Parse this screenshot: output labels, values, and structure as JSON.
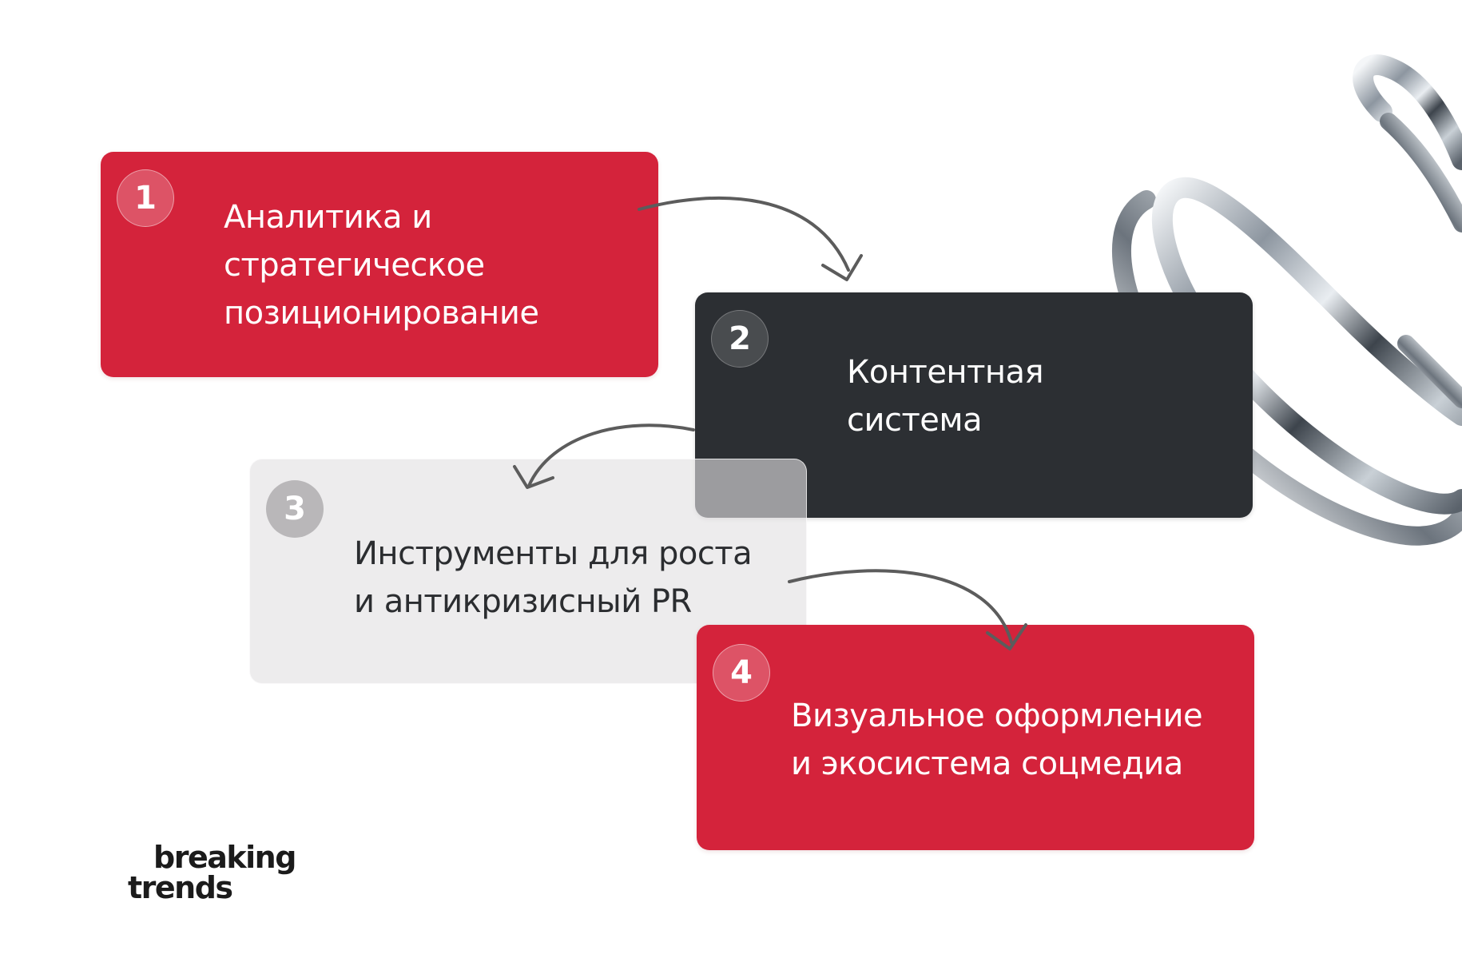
{
  "steps": [
    {
      "number": "1",
      "lines": [
        "Аналитика и",
        "стратегическое",
        "позиционирование"
      ],
      "color": "#d4233b"
    },
    {
      "number": "2",
      "lines": [
        "Контентная",
        "система"
      ],
      "color": "#2c2f33"
    },
    {
      "number": "3",
      "lines": [
        "Инструменты для роста",
        "и антикризисный PR"
      ],
      "color": "#e2e0e2"
    },
    {
      "number": "4",
      "lines": [
        "Визуальное оформление",
        "и экосистема соцмедиа"
      ],
      "color": "#d4233b"
    }
  ],
  "logo": {
    "line1": "breaking",
    "line2": "trends"
  },
  "icons": {
    "arrow": "curved-arrow-icon",
    "decoration": "chrome-spiral"
  }
}
